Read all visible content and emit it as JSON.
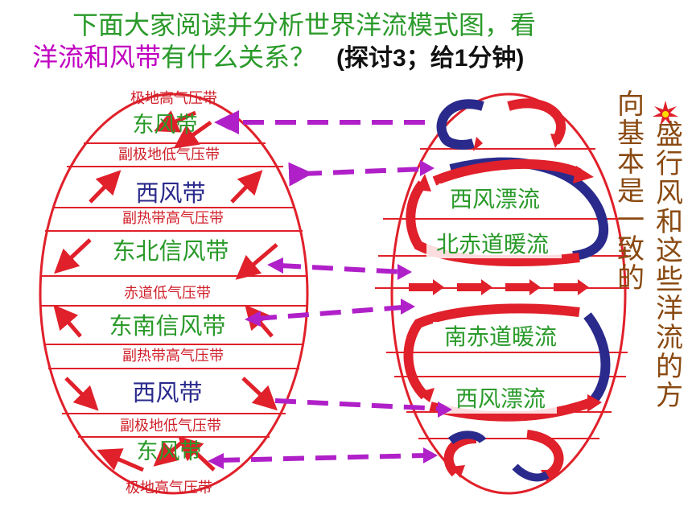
{
  "title": {
    "line1": "下面大家阅读并分析世界洋流模式图，看",
    "line2_part1": "洋流和",
    "line2_part2": "风带",
    "line2_part3": "有什么关系？",
    "line2_note": "(探讨3；给1分钟)"
  },
  "wind_belts": {
    "polar_high_top": "极地高气压带",
    "easterlies_north": "东风带",
    "subpolar_low_north": "副极地低气压带",
    "westerlies_north": "西风带",
    "subtropical_high_north": "副热带高气压带",
    "ne_trades": "东北信风带",
    "equatorial_low": "赤道低气压带",
    "se_trades": "东南信风带",
    "subtropical_high_south": "副热带高气压带",
    "westerlies_south": "西风带",
    "subpolar_low_south": "副极地低气压带",
    "easterlies_south": "东风带",
    "polar_high_bottom": "极地高气压带"
  },
  "currents": {
    "west_wind_drift_north": "西风漂流",
    "north_equatorial": "北赤道暖流",
    "south_equatorial": "南赤道暖流",
    "west_wind_drift_south": "西风漂流"
  },
  "conclusion": {
    "col_right": [
      "盛",
      "行",
      "风",
      "和",
      "这",
      "些",
      "洋",
      "流",
      "的",
      "方"
    ],
    "col_left": [
      "向",
      "基",
      "本",
      "是",
      "一",
      "致",
      "的"
    ]
  },
  "colors": {
    "ellipse": "#e0202a",
    "green_text": "#2a9a2a",
    "blue_text": "#2a2a8c",
    "red_text": "#d0202a",
    "dashed_arrow": "#b020c8",
    "conclusion_text": "#8a4a12",
    "current_blue": "#2a2a8c"
  }
}
